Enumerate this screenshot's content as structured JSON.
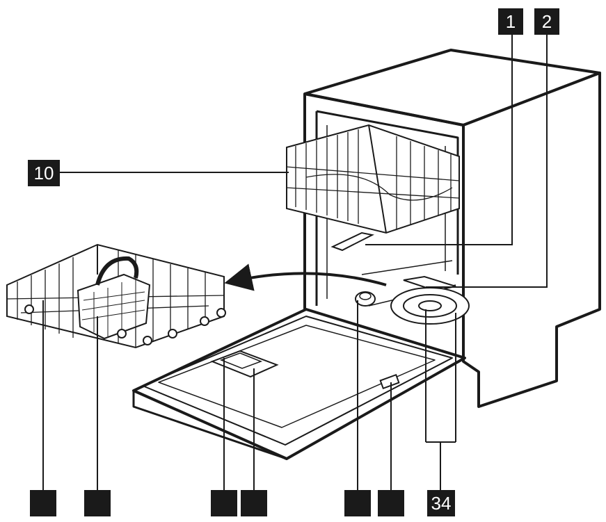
{
  "callouts": {
    "c1": "1",
    "c2": "2",
    "c10": "10",
    "c34": "34",
    "blank": ""
  },
  "colors": {
    "ink": "#1a1a1a",
    "paper": "#ffffff",
    "label_bg": "#1a1a1a",
    "label_text": "#ffffff"
  },
  "icons": {
    "appliance": "dishwasher-line-drawing",
    "arrow": "curved-arrow-left"
  }
}
